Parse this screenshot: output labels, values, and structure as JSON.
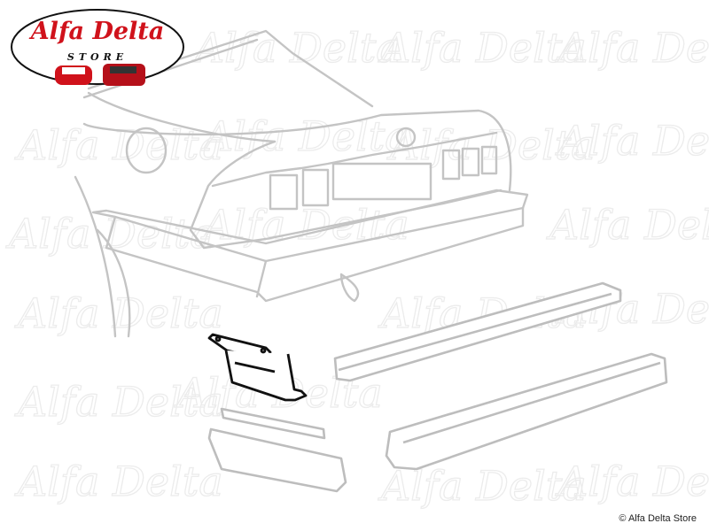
{
  "logo": {
    "brand": "Alfa Delta",
    "subtitle": "STORE",
    "brand_color": "#d0121b"
  },
  "watermark": {
    "text": "Alfa Delta"
  },
  "copyright": "© Alfa Delta Store",
  "diagram": {
    "parts": [
      {
        "name": "bumper-mounting-bracket",
        "highlighted": true
      },
      {
        "name": "bumper-rubber-strip",
        "highlighted": false
      },
      {
        "name": "bumper-end-cap",
        "highlighted": false
      },
      {
        "name": "bumper-upper-rail",
        "highlighted": false
      },
      {
        "name": "rear-bumper-bar",
        "highlighted": false
      }
    ]
  }
}
